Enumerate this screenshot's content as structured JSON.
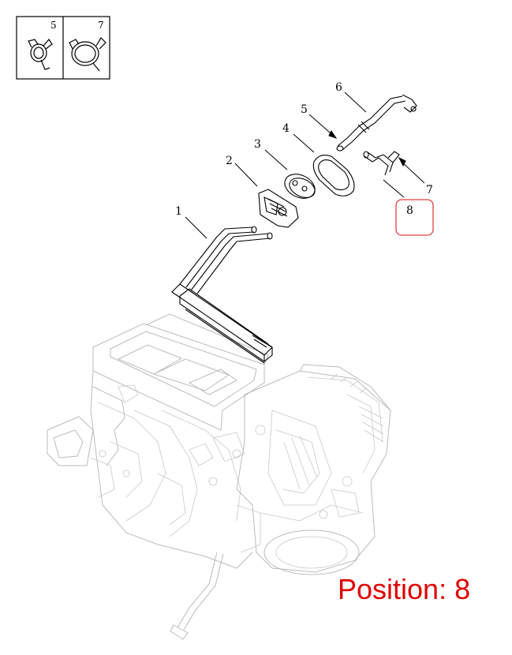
{
  "inset": {
    "labels": [
      "5",
      "7"
    ]
  },
  "callouts": {
    "c1": "1",
    "c2": "2",
    "c3": "3",
    "c4": "4",
    "c5": "5",
    "c6": "6",
    "c7": "7",
    "c8": "8"
  },
  "highlight": {
    "color": "#e04040"
  },
  "position": {
    "text": "Position: 8",
    "color": "#e00000"
  }
}
